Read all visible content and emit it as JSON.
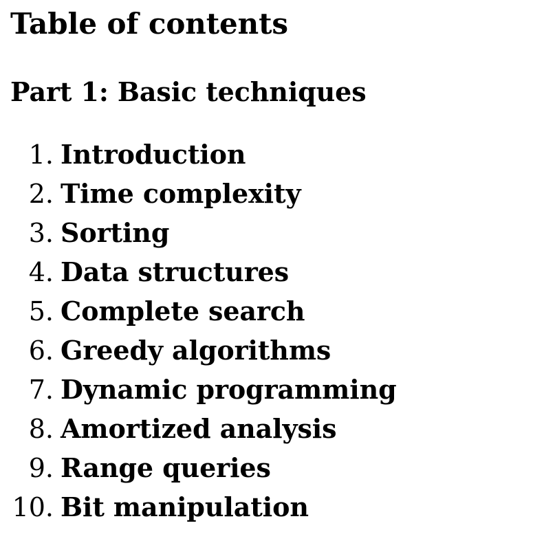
{
  "document": {
    "title": "Table of contents",
    "background_color": "#ffffff",
    "text_color": "#000000"
  },
  "part": {
    "heading": "Part 1: Basic techniques"
  },
  "toc": {
    "items": [
      {
        "number": "1.",
        "label": "Introduction"
      },
      {
        "number": "2.",
        "label": "Time complexity"
      },
      {
        "number": "3.",
        "label": "Sorting"
      },
      {
        "number": "4.",
        "label": "Data structures"
      },
      {
        "number": "5.",
        "label": "Complete search"
      },
      {
        "number": "6.",
        "label": "Greedy algorithms"
      },
      {
        "number": "7.",
        "label": "Dynamic programming"
      },
      {
        "number": "8.",
        "label": "Amortized analysis"
      },
      {
        "number": "9.",
        "label": "Range queries"
      },
      {
        "number": "10.",
        "label": "Bit manipulation"
      }
    ]
  }
}
